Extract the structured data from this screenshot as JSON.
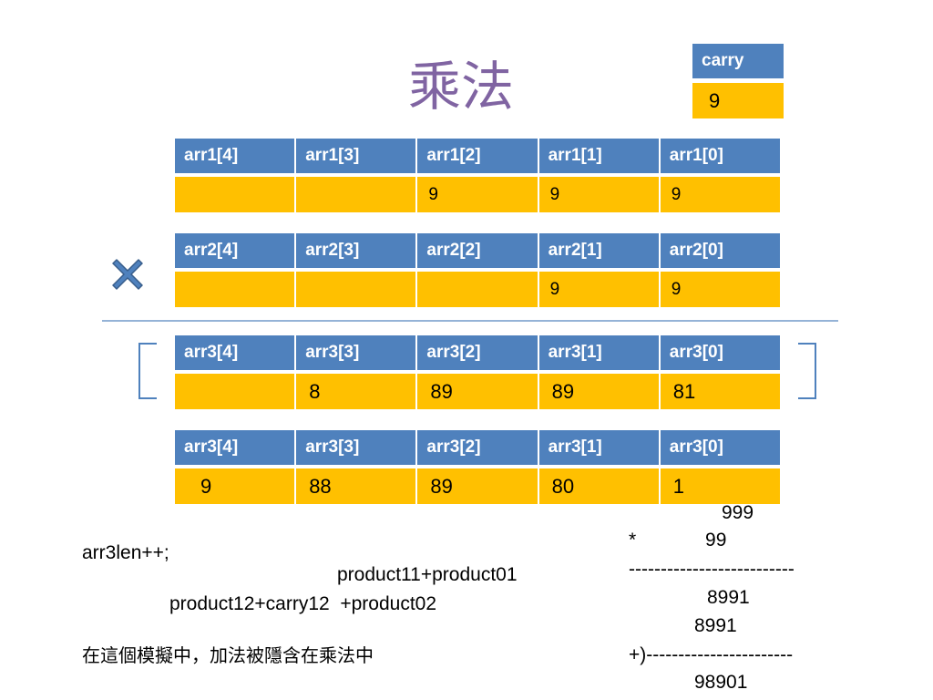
{
  "title": "乘法",
  "carry": {
    "label": "carry",
    "value": "9"
  },
  "grids": [
    {
      "headers": [
        "arr1[4]",
        "arr1[3]",
        "arr1[2]",
        "arr1[1]",
        "arr1[0]"
      ],
      "values": [
        "",
        "",
        "9",
        "9",
        "9"
      ]
    },
    {
      "headers": [
        "arr2[4]",
        "arr2[3]",
        "arr2[2]",
        "arr2[1]",
        "arr2[0]"
      ],
      "values": [
        "",
        "",
        "",
        "9",
        "9"
      ]
    },
    {
      "headers": [
        "arr3[4]",
        "arr3[3]",
        "arr3[2]",
        "arr3[1]",
        "arr3[0]"
      ],
      "values": [
        "",
        "8",
        "89",
        "89",
        "81"
      ]
    },
    {
      "headers": [
        "arr3[4]",
        "arr3[3]",
        "arr3[2]",
        "arr3[1]",
        "arr3[0]"
      ],
      "values": [
        "9",
        "88",
        "89",
        "80",
        "1"
      ]
    }
  ],
  "code": {
    "line1": "arr3len++;",
    "line2": "product11+product01",
    "line3": "product12+carry12  +product02",
    "note": "在這個模擬中，加法被隱含在乘法中"
  },
  "calc": {
    "l1": "999",
    "l2": "*             99",
    "l3": "--------------------------",
    "l4": "8991",
    "l5": "8991",
    "l6": "+)-----------------------",
    "l7": "98901"
  },
  "colors": {
    "header": "#4f81bd",
    "cell": "#ffc000",
    "title": "#8064a2",
    "icon": "#4f81bd"
  },
  "icons": {
    "multiply": "multiply-x-icon"
  }
}
